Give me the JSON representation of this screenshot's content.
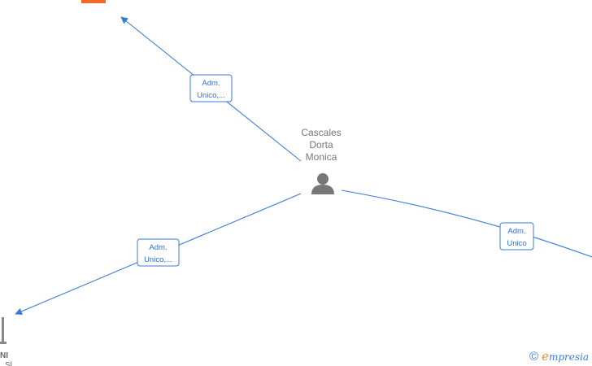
{
  "center_person": {
    "name_lines": [
      "Cascales",
      "Dorta",
      "Monica"
    ],
    "icon": "person-icon"
  },
  "relations": [
    {
      "id": "top",
      "label_lines": [
        "Adm.",
        "Unico,..."
      ],
      "target": "company-icon-top"
    },
    {
      "id": "left",
      "label_lines": [
        "Adm.",
        "Unico,..."
      ],
      "target": "company-icon-bottom-left"
    },
    {
      "id": "right",
      "label_lines": [
        "Adm.",
        "Unico"
      ],
      "target": "offscreen-right"
    }
  ],
  "partial_labels": {
    "bottom_left_line1": "NI",
    "bottom_left_line2": "Sl"
  },
  "colors": {
    "edge": "#3a7bd5",
    "company_active": "#f26a2a",
    "company_inactive": "#888888",
    "person": "#777777",
    "brand_e": "#f28c20"
  },
  "footer": {
    "copyright_symbol": "©",
    "brand_initial": "e",
    "brand_rest": "mpresia"
  }
}
